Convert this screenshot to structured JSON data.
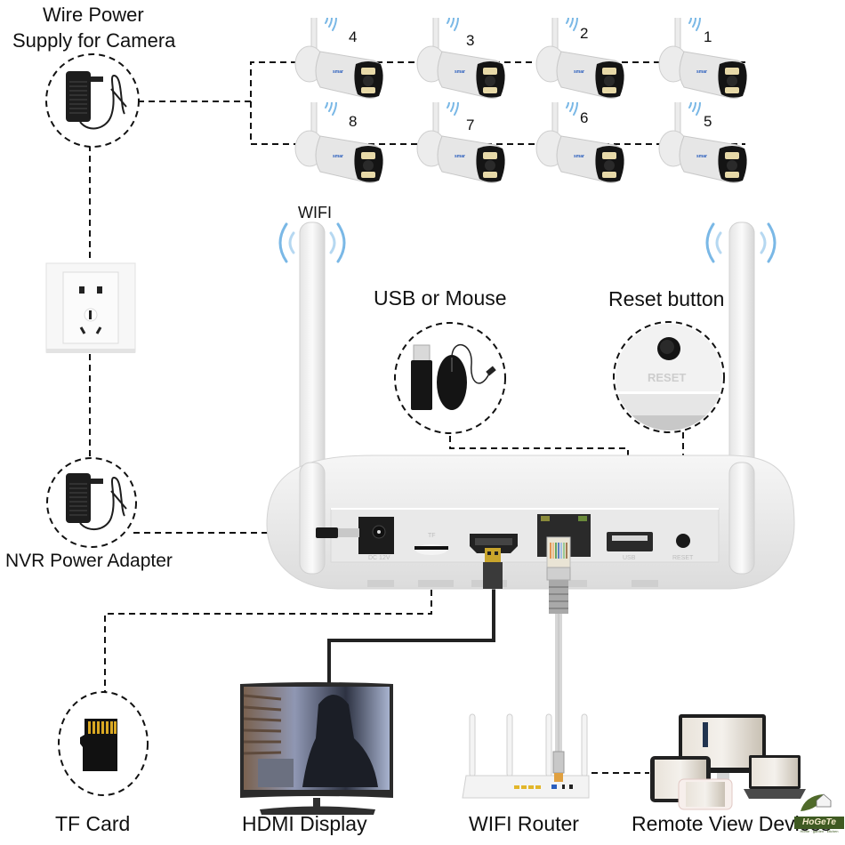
{
  "labels": {
    "wire_power_line1": "Wire Power",
    "wire_power_line2": "Supply for Camera",
    "wifi": "WIFI",
    "usb_mouse": "USB or Mouse",
    "reset_button": "Reset button",
    "nvr_power": "NVR Power Adapter",
    "tf_card": "TF Card",
    "hdmi_display": "HDMI Display",
    "wifi_router": "WIFI Router",
    "remote_view": "Remote View Devices"
  },
  "cameras": [
    {
      "number": "4"
    },
    {
      "number": "3"
    },
    {
      "number": "2"
    },
    {
      "number": "1"
    },
    {
      "number": "8"
    },
    {
      "number": "7"
    },
    {
      "number": "6"
    },
    {
      "number": "5"
    }
  ],
  "nvr_ports": {
    "dc": "DC 12V",
    "tf": "TF",
    "usb": "USB",
    "reset": "RESET"
  },
  "reset_zoom_label": "RESET",
  "camera_brand": "smar",
  "watermark": {
    "name": "HoGeTe",
    "tagline": "Home · garden · kitchen"
  },
  "colors": {
    "wifi_wave": "#7ab8e6",
    "line": "#111111",
    "device_white": "#ececec",
    "ip_bg": "#ffffff"
  }
}
